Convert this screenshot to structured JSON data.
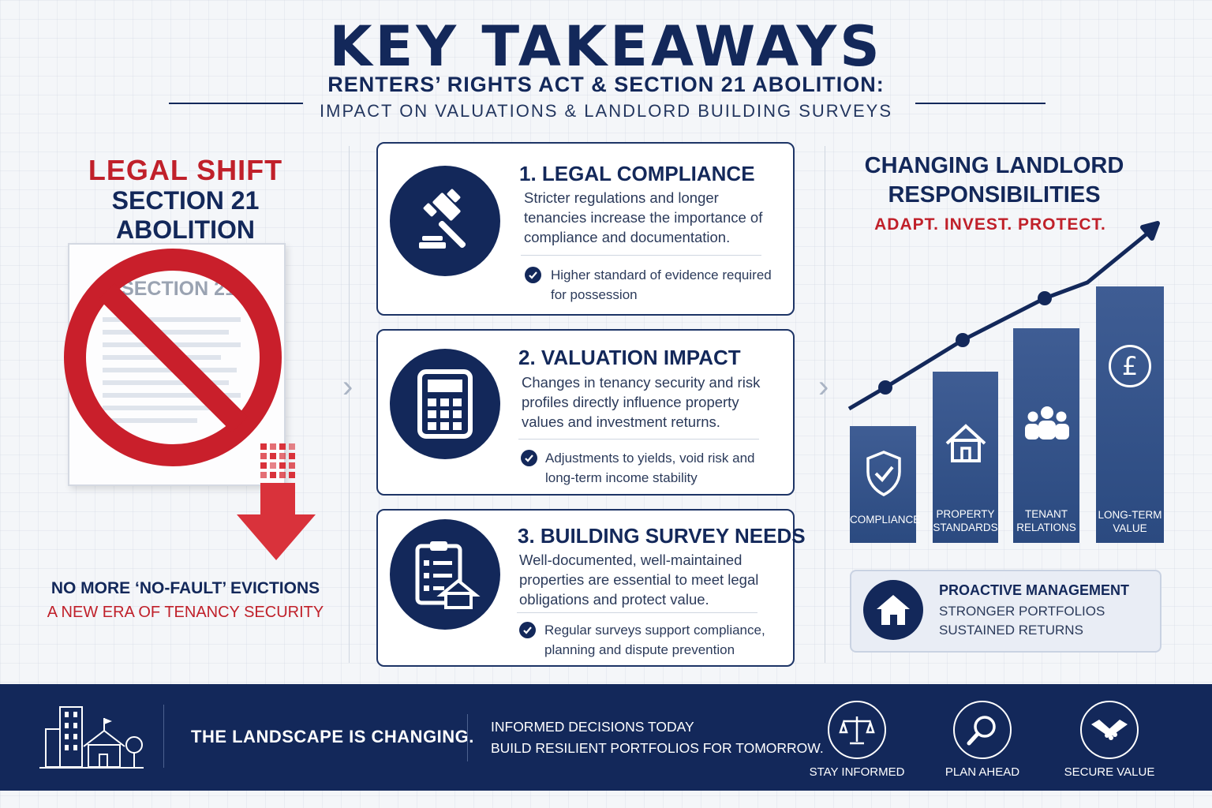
{
  "header": {
    "title": "KEY TAKEAWAYS",
    "subtitle_1": "RENTERS’ RIGHTS ACT & SECTION 21 ABOLITION:",
    "subtitle_2": "IMPACT ON VALUATIONS & LANDLORD BUILDING SURVEYS"
  },
  "left": {
    "heading_1": "LEGAL SHIFT",
    "heading_2": "SECTION 21 ABOLITION",
    "document_title": "SECTION 21",
    "tagline_1": "NO MORE ‘NO-FAULT’ EVICTIONS",
    "tagline_2": "A NEW ERA OF TENANCY SECURITY",
    "icons": [
      "no-entry-icon",
      "down-arrow-icon"
    ]
  },
  "cards": [
    {
      "title": "1. LEGAL COMPLIANCE",
      "body": "Stricter regulations and longer tenancies increase the importance of compliance and documentation.",
      "note": "Higher standard of evidence required for possession",
      "icon": "gavel-icon"
    },
    {
      "title": "2. VALUATION IMPACT",
      "body": "Changes in tenancy security and risk profiles directly influence property values and investment returns.",
      "note": "Adjustments to yields, void risk and long-term income stability",
      "icon": "calculator-icon"
    },
    {
      "title": "3. BUILDING SURVEY NEEDS",
      "body": "Well-documented, well-maintained properties are essential to meet legal obligations and protect value.",
      "note": "Regular surveys support compliance, planning and dispute prevention",
      "icon": "clipboard-icon"
    }
  ],
  "right": {
    "heading_line_1": "CHANGING LANDLORD",
    "heading_line_2": "RESPONSIBILITIES",
    "tagline": "ADAPT. INVEST. PROTECT.",
    "bars": [
      {
        "label_1": "COMPLIANCE",
        "label_2": "",
        "icon": "shield-check-icon"
      },
      {
        "label_1": "PROPERTY",
        "label_2": "STANDARDS",
        "icon": "house-icon"
      },
      {
        "label_1": "TENANT",
        "label_2": "RELATIONS",
        "icon": "people-icon"
      },
      {
        "label_1": "LONG-TERM",
        "label_2": "VALUE",
        "icon": "pound-icon"
      }
    ],
    "proactive": {
      "title": "PROACTIVE MANAGEMENT",
      "line_1": "STRONGER PORTFOLIOS",
      "line_2": "SUSTAINED RETURNS",
      "icon": "house-icon"
    }
  },
  "footer": {
    "main": "THE LANDSCAPE IS CHANGING.",
    "line_1": "INFORMED DECISIONS TODAY",
    "line_2": "BUILD RESILIENT PORTFOLIOS FOR TOMORROW.",
    "items": [
      {
        "label": "STAY INFORMED",
        "icon": "scales-icon"
      },
      {
        "label": "PLAN AHEAD",
        "icon": "magnifier-icon"
      },
      {
        "label": "SECURE VALUE",
        "icon": "handshake-icon"
      }
    ]
  },
  "colors": {
    "navy": "#13285a",
    "red": "#c0202a",
    "background": "#f4f6f9"
  }
}
